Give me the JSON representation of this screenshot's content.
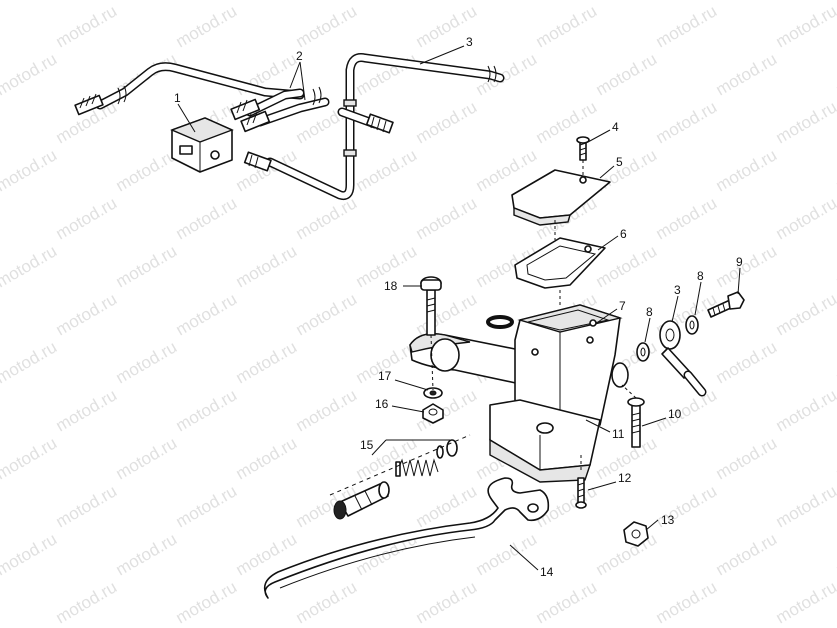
{
  "watermark": "motod.ru",
  "callouts": [
    {
      "id": "c1",
      "text": "1"
    },
    {
      "id": "c2",
      "text": "2"
    },
    {
      "id": "c3a",
      "text": "3"
    },
    {
      "id": "c4",
      "text": "4"
    },
    {
      "id": "c5",
      "text": "5"
    },
    {
      "id": "c6",
      "text": "6"
    },
    {
      "id": "c7",
      "text": "7"
    },
    {
      "id": "c8a",
      "text": "8"
    },
    {
      "id": "c3b",
      "text": "3"
    },
    {
      "id": "c8b",
      "text": "8"
    },
    {
      "id": "c9",
      "text": "9"
    },
    {
      "id": "c18",
      "text": "18"
    },
    {
      "id": "c17",
      "text": "17"
    },
    {
      "id": "c16",
      "text": "16"
    },
    {
      "id": "c15",
      "text": "15"
    },
    {
      "id": "c11",
      "text": "11"
    },
    {
      "id": "c10",
      "text": "10"
    },
    {
      "id": "c12",
      "text": "12"
    },
    {
      "id": "c13",
      "text": "13"
    },
    {
      "id": "c14",
      "text": "14"
    }
  ]
}
